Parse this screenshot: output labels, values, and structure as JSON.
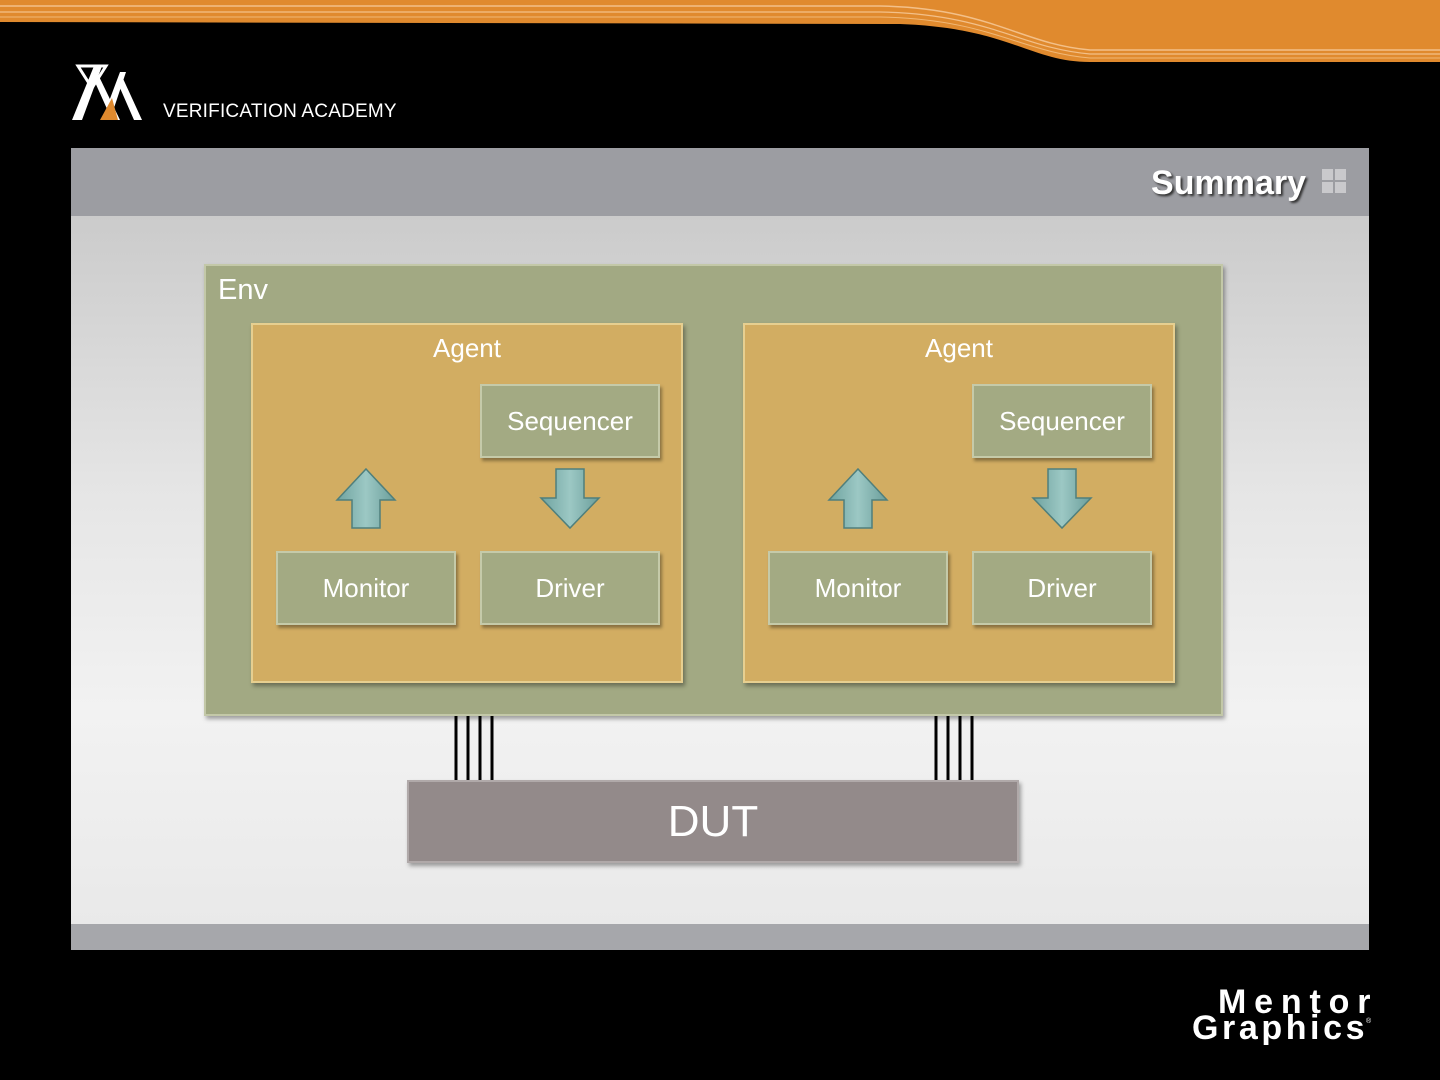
{
  "header": {
    "brand_text": "VERIFICATION ACADEMY",
    "logo_icon": "va-logo-icon",
    "accent_color": "#e08a2e"
  },
  "slide": {
    "title": "Summary",
    "title_icon": "grid-icon"
  },
  "diagram": {
    "env": {
      "label": "Env"
    },
    "agents": [
      {
        "label": "Agent",
        "sequencer": "Sequencer",
        "monitor": "Monitor",
        "driver": "Driver"
      },
      {
        "label": "Agent",
        "sequencer": "Sequencer",
        "monitor": "Monitor",
        "driver": "Driver"
      }
    ],
    "dut": {
      "label": "DUT"
    }
  },
  "footer": {
    "company_logo": "Mentor Graphics",
    "company_logo_line1": "Mentor",
    "company_logo_line2": "Graphics"
  }
}
